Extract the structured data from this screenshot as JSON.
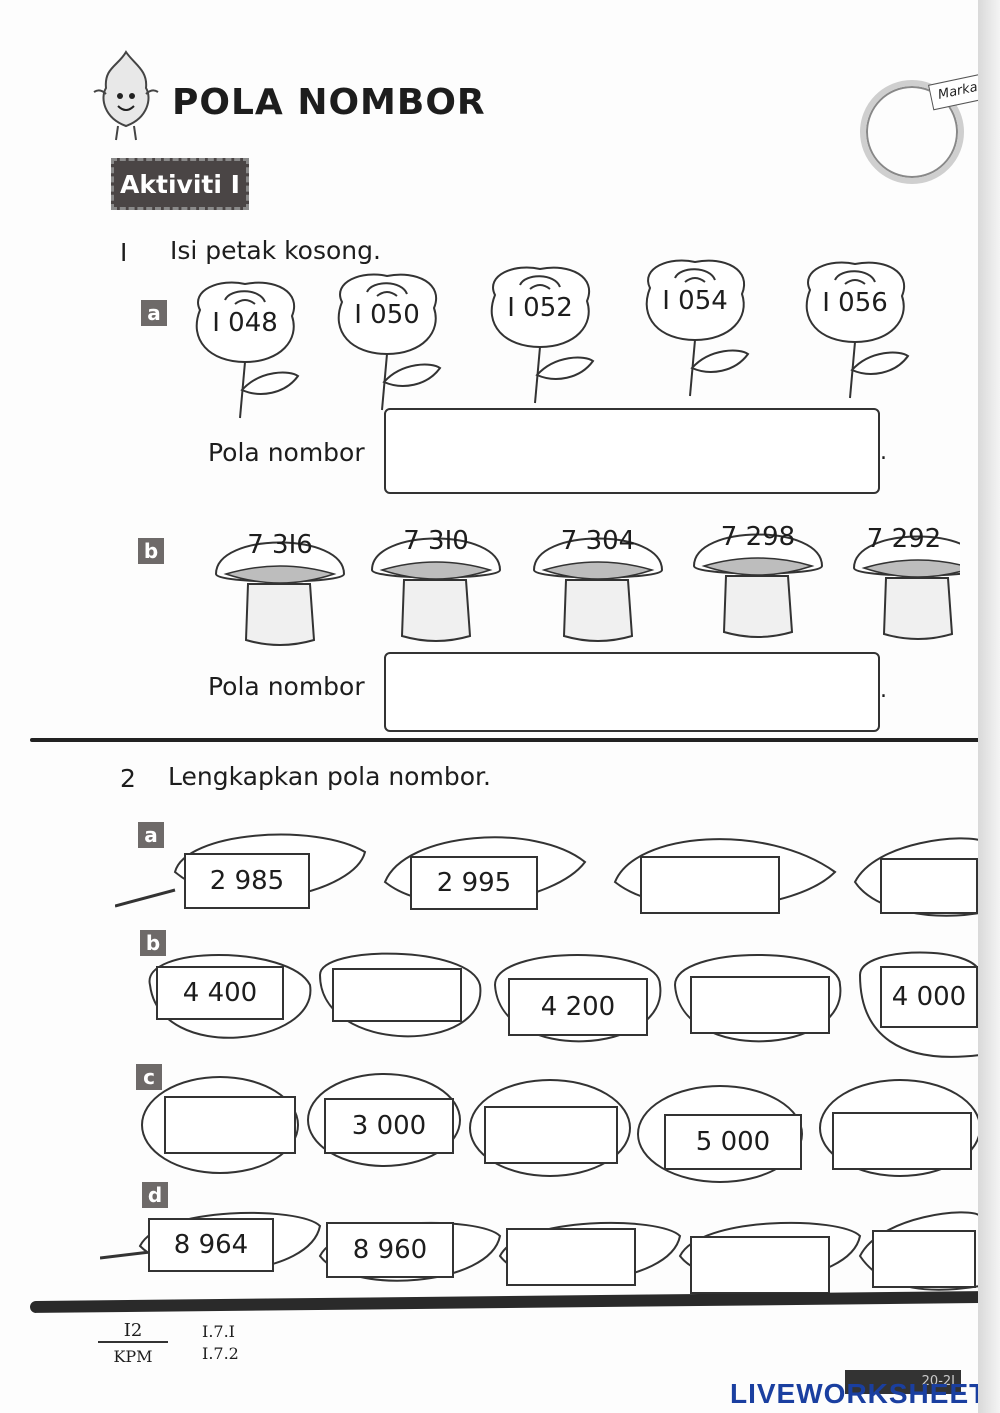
{
  "title": "POLA NOMBOR",
  "activity": "Aktiviti I",
  "marks_label": "Markah",
  "q1": {
    "number": "I",
    "text": "Isi petak kosong.",
    "a": {
      "letter": "a",
      "values": [
        "I 048",
        "I 050",
        "I 052",
        "I 054",
        "I 056"
      ],
      "label": "Pola nombor",
      "answer": ""
    },
    "b": {
      "letter": "b",
      "values": [
        "7 3I6",
        "7 3I0",
        "7 304",
        "7 298",
        "7 292"
      ],
      "label": "Pola nombor",
      "answer": ""
    },
    "period": "."
  },
  "q2": {
    "number": "2",
    "text": "Lengkapkan pola nombor.",
    "a": {
      "letter": "a",
      "values": [
        "2 985",
        "2 995",
        "",
        ""
      ]
    },
    "b": {
      "letter": "b",
      "values": [
        "4 400",
        "",
        "4 200",
        "",
        "4 000"
      ]
    },
    "c": {
      "letter": "c",
      "values": [
        "",
        "3 000",
        "",
        "5 000",
        ""
      ]
    },
    "d": {
      "letter": "d",
      "values": [
        "8 964",
        "8 960",
        "",
        "",
        ""
      ]
    }
  },
  "footer": {
    "page": "I2",
    "publisher": "KPM",
    "standards": [
      "I.7.I",
      "I.7.2"
    ],
    "watermark": "LIVEWORKSHEETS",
    "corner_text": "20-2I"
  }
}
